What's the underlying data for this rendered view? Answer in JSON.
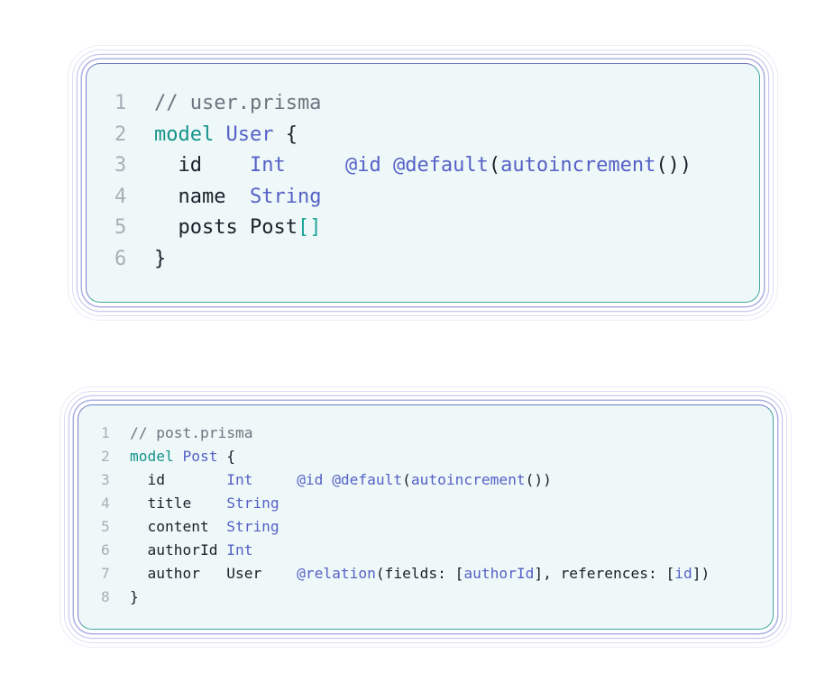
{
  "colors": {
    "comment": "#6d7480",
    "keyword": "#15928a",
    "type": "#5561c6",
    "attribute": "#5561c6",
    "identifier": "#1b1f2a",
    "bracket": "#1fa599",
    "line_number": "#a9aeb8",
    "card_background": "#eef8f8"
  },
  "snippets": [
    {
      "lines": [
        {
          "number": "1",
          "tokens": [
            {
              "text": "// user.prisma",
              "kind": "comment"
            }
          ]
        },
        {
          "number": "2",
          "tokens": [
            {
              "text": "model",
              "kind": "keyword"
            },
            {
              "text": " "
            },
            {
              "text": "User",
              "kind": "type"
            },
            {
              "text": " {",
              "kind": "punct"
            }
          ]
        },
        {
          "number": "3",
          "tokens": [
            {
              "text": "  id    ",
              "kind": "ident"
            },
            {
              "text": "Int",
              "kind": "type"
            },
            {
              "text": "     "
            },
            {
              "text": "@id",
              "kind": "attr"
            },
            {
              "text": " "
            },
            {
              "text": "@default",
              "kind": "attr"
            },
            {
              "text": "(",
              "kind": "punct"
            },
            {
              "text": "autoincrement",
              "kind": "attr"
            },
            {
              "text": "())",
              "kind": "punct"
            }
          ]
        },
        {
          "number": "4",
          "tokens": [
            {
              "text": "  name  ",
              "kind": "ident"
            },
            {
              "text": "String",
              "kind": "type"
            }
          ]
        },
        {
          "number": "5",
          "tokens": [
            {
              "text": "  posts ",
              "kind": "ident"
            },
            {
              "text": "Post",
              "kind": "ident"
            },
            {
              "text": "[]",
              "kind": "bracket"
            }
          ]
        },
        {
          "number": "6",
          "tokens": [
            {
              "text": "}",
              "kind": "punct"
            }
          ]
        }
      ]
    },
    {
      "lines": [
        {
          "number": "1",
          "tokens": [
            {
              "text": "// post.prisma",
              "kind": "comment"
            }
          ]
        },
        {
          "number": "2",
          "tokens": [
            {
              "text": "model",
              "kind": "keyword"
            },
            {
              "text": " "
            },
            {
              "text": "Post",
              "kind": "type"
            },
            {
              "text": " {",
              "kind": "punct"
            }
          ]
        },
        {
          "number": "3",
          "tokens": [
            {
              "text": "  id       ",
              "kind": "ident"
            },
            {
              "text": "Int",
              "kind": "type"
            },
            {
              "text": "     "
            },
            {
              "text": "@id",
              "kind": "attr"
            },
            {
              "text": " "
            },
            {
              "text": "@default",
              "kind": "attr"
            },
            {
              "text": "(",
              "kind": "punct"
            },
            {
              "text": "autoincrement",
              "kind": "attr"
            },
            {
              "text": "())",
              "kind": "punct"
            }
          ]
        },
        {
          "number": "4",
          "tokens": [
            {
              "text": "  title    ",
              "kind": "ident"
            },
            {
              "text": "String",
              "kind": "type"
            }
          ]
        },
        {
          "number": "5",
          "tokens": [
            {
              "text": "  content  ",
              "kind": "ident"
            },
            {
              "text": "String",
              "kind": "type"
            }
          ]
        },
        {
          "number": "6",
          "tokens": [
            {
              "text": "  authorId ",
              "kind": "ident"
            },
            {
              "text": "Int",
              "kind": "type"
            }
          ]
        },
        {
          "number": "7",
          "tokens": [
            {
              "text": "  author   ",
              "kind": "ident"
            },
            {
              "text": "User",
              "kind": "ident"
            },
            {
              "text": "    "
            },
            {
              "text": "@relation",
              "kind": "attr"
            },
            {
              "text": "(fields: [",
              "kind": "punct"
            },
            {
              "text": "authorId",
              "kind": "attr"
            },
            {
              "text": "], references: [",
              "kind": "punct"
            },
            {
              "text": "id",
              "kind": "attr"
            },
            {
              "text": "])",
              "kind": "punct"
            }
          ]
        },
        {
          "number": "8",
          "tokens": [
            {
              "text": "}",
              "kind": "punct"
            }
          ]
        }
      ]
    }
  ]
}
